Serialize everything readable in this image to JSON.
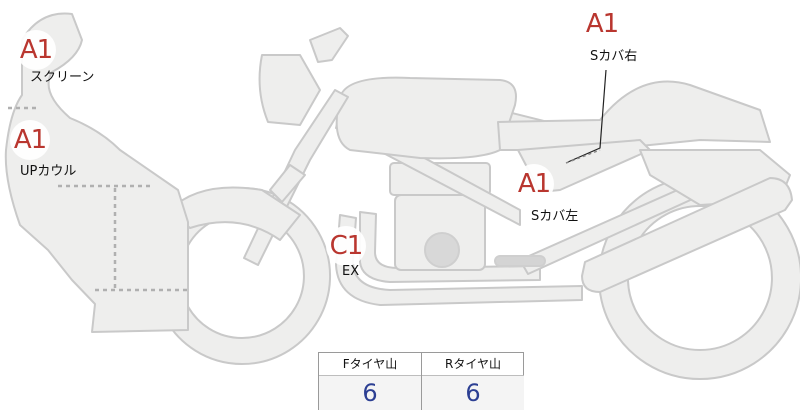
{
  "badges": {
    "screen": "A1",
    "upper_cowl": "A1",
    "side_cover_right": "A1",
    "side_cover_left": "A1",
    "exhaust": "C1"
  },
  "labels": {
    "screen": "スクリーン",
    "upper_cowl": "UPカウル",
    "side_cover_right": "Sカバ右",
    "side_cover_left": "Sカバ左",
    "exhaust": "EX"
  },
  "tread": {
    "front_label": "Fタイヤ山",
    "front_value": "6",
    "rear_label": "Rタイヤ山",
    "rear_value": "6"
  },
  "colors": {
    "body_fill": "#eeeeed",
    "outline": "#c9c9c9",
    "dash": "#b0b0b0",
    "grade_text": "#b9362f",
    "tread_value": "#2c3f93"
  }
}
